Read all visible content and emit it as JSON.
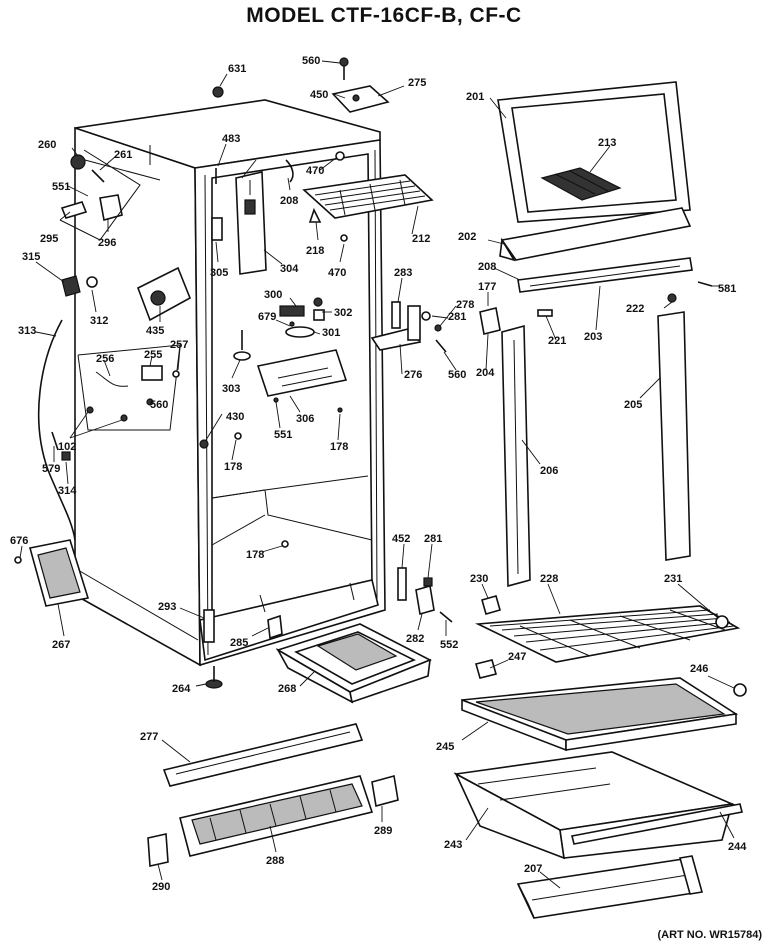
{
  "title": "MODEL CTF-16CF-B, CF-C",
  "art_number": "(ART NO. WR15784)",
  "callouts": {
    "c631": "631",
    "c560a": "560",
    "c275": "275",
    "c450": "450",
    "c201": "201",
    "c483": "483",
    "c470a": "470",
    "c260": "260",
    "c261": "261",
    "c551a": "551",
    "c208a": "208",
    "c213": "213",
    "c295": "295",
    "c296": "296",
    "c212": "212",
    "c218": "218",
    "c470b": "470",
    "c202": "202",
    "c315": "315",
    "c305": "305",
    "c304": "304",
    "c208b": "208",
    "c581": "581",
    "c283": "283",
    "c312": "312",
    "c300": "300",
    "c302": "302",
    "c177": "177",
    "c281a": "281",
    "c278": "278",
    "c222": "222",
    "c313": "313",
    "c679": "679",
    "c301": "301",
    "c435": "435",
    "c257": "257",
    "c255": "255",
    "c256": "256",
    "c221": "221",
    "c203": "203",
    "c204": "204",
    "c303": "303",
    "c276": "276",
    "c560b": "560",
    "c560c": "560",
    "c205": "205",
    "c430": "430",
    "c306": "306",
    "c551b": "551",
    "c178a": "178",
    "c102": "102",
    "c178b": "178",
    "c206": "206",
    "c579": "579",
    "c314": "314",
    "c676": "676",
    "c452": "452",
    "c281b": "281",
    "c178c": "178",
    "c230": "230",
    "c228": "228",
    "c231": "231",
    "c267": "267",
    "c293": "293",
    "c285": "285",
    "c282": "282",
    "c552": "552",
    "c247": "247",
    "c246": "246",
    "c264": "264",
    "c268": "268",
    "c245": "245",
    "c277": "277",
    "c243": "243",
    "c244": "244",
    "c289": "289",
    "c288": "288",
    "c290": "290",
    "c207": "207"
  }
}
